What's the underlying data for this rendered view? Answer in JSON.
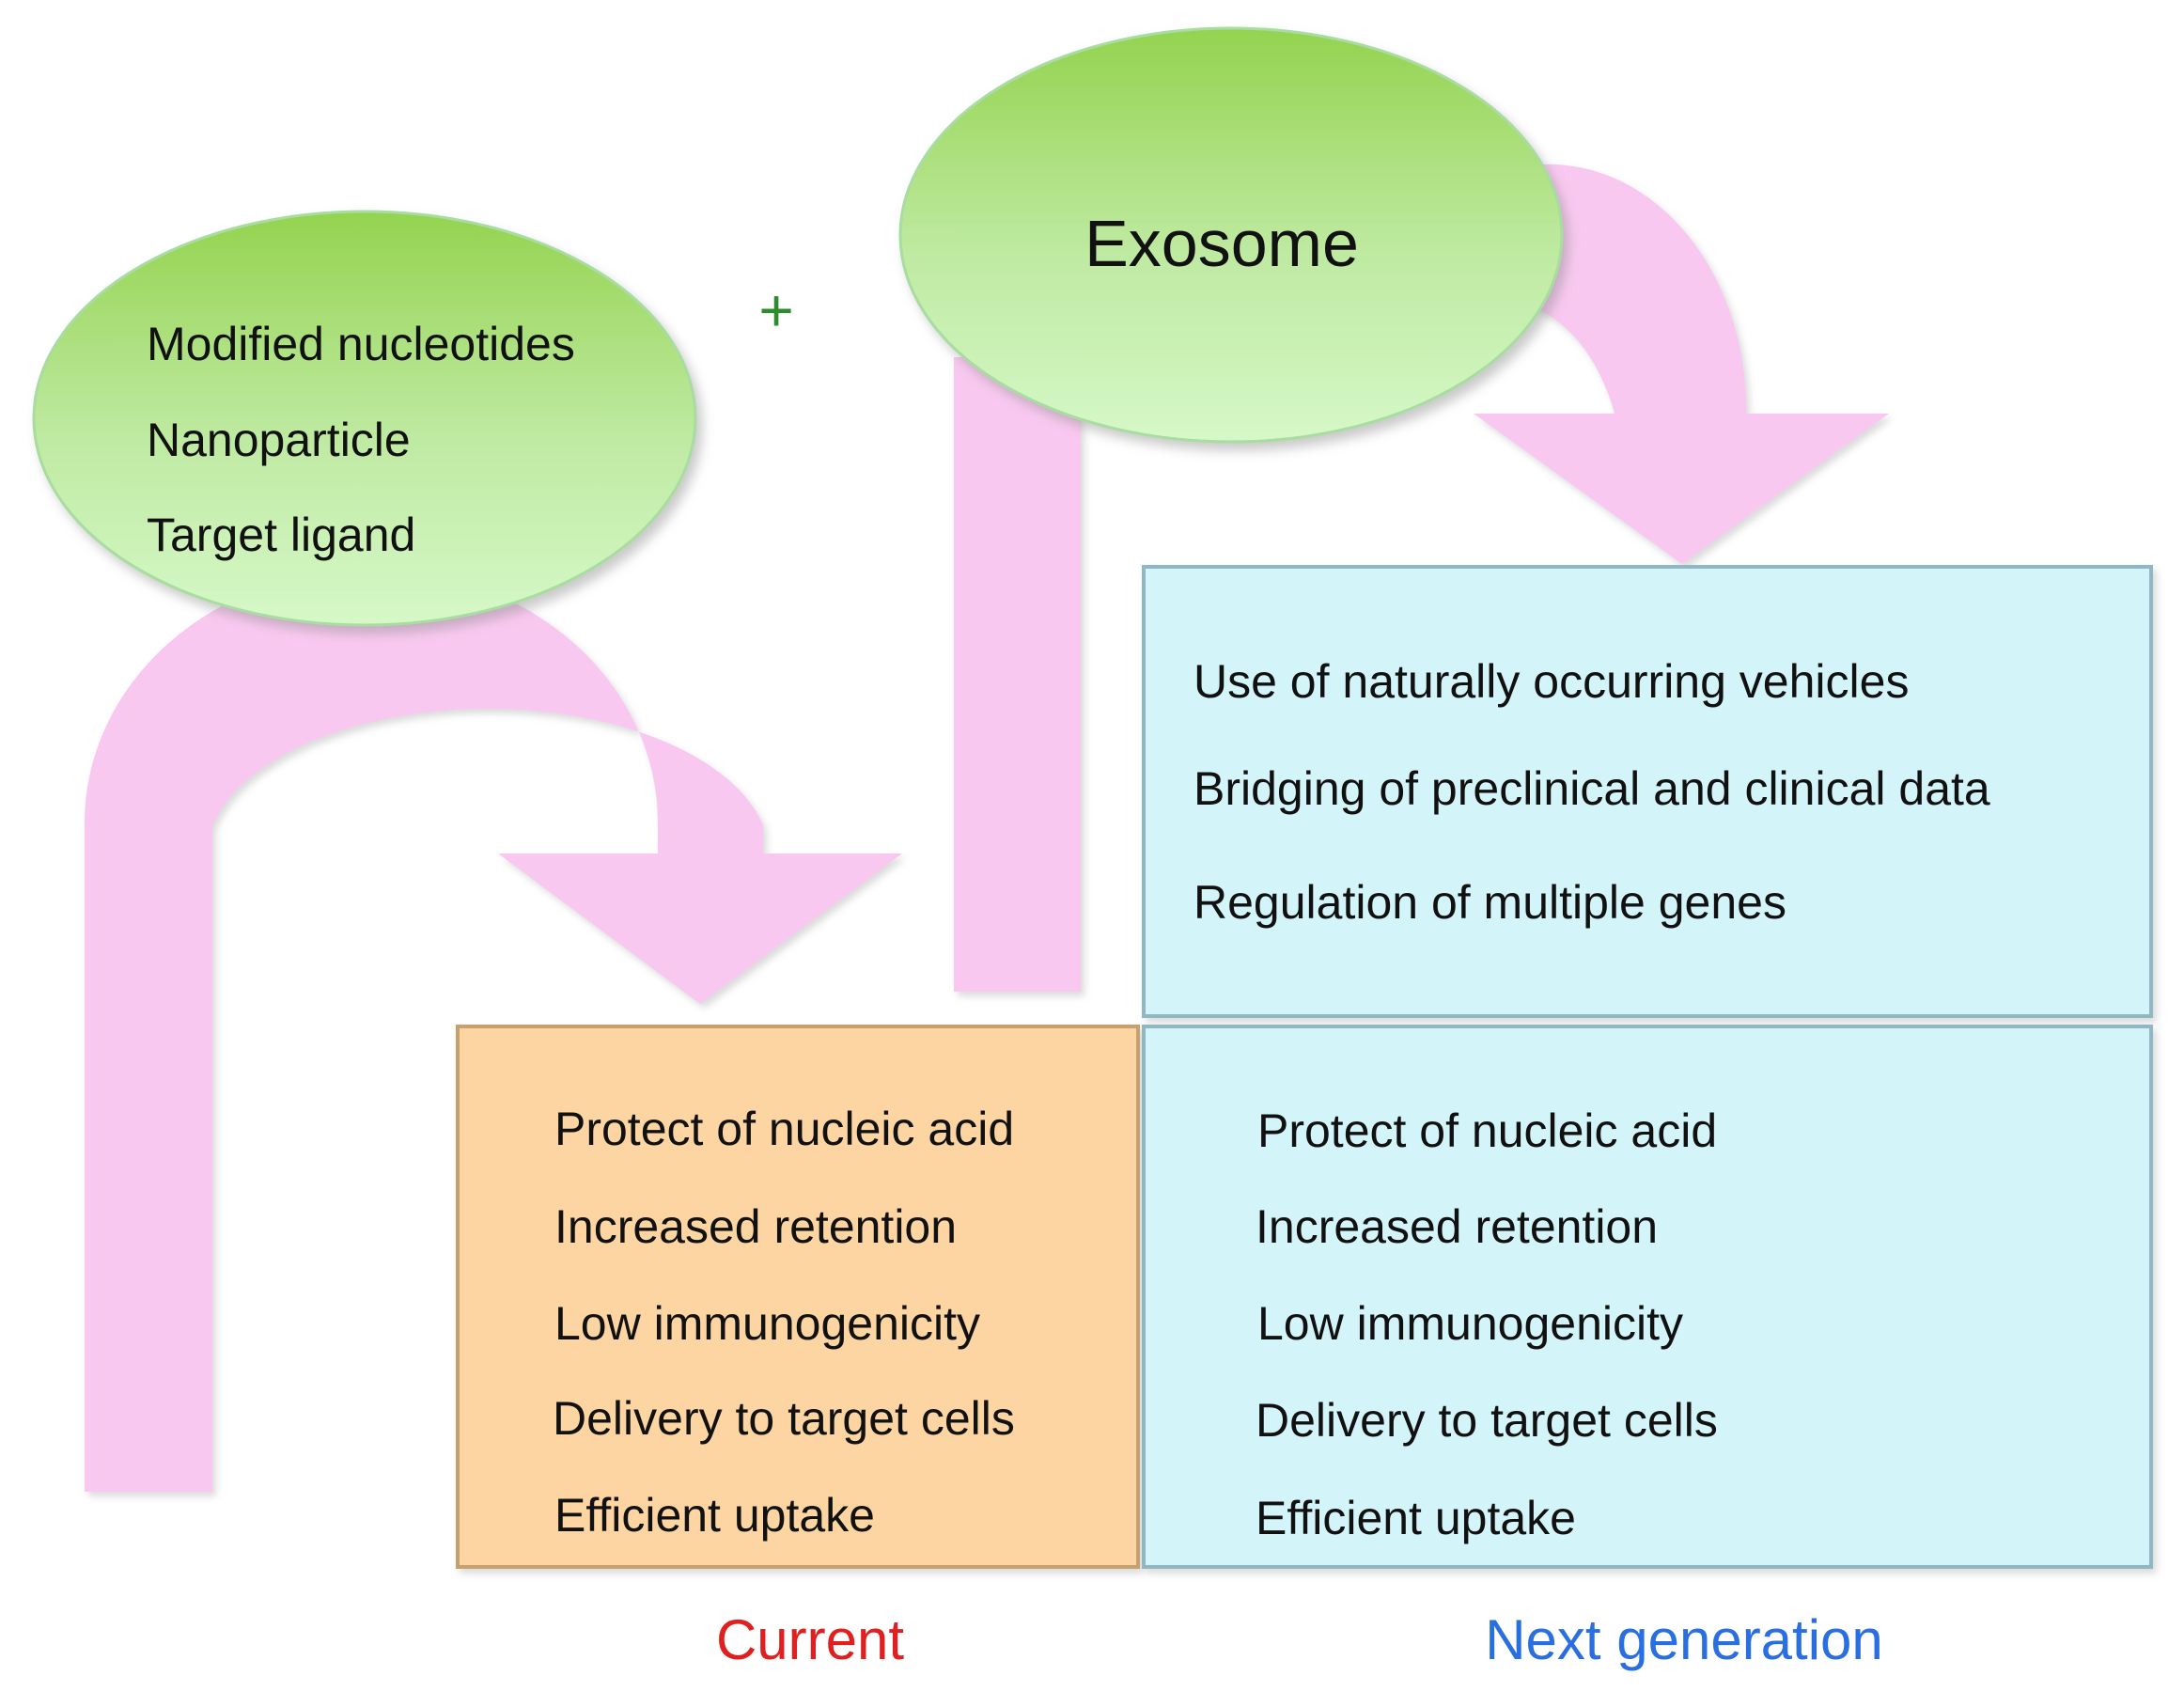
{
  "left_ellipse": {
    "items": [
      "Modified nucleotides",
      "Nanoparticle",
      "Target ligand"
    ]
  },
  "plus_sign": "+",
  "exosome_ellipse": {
    "label": "Exosome"
  },
  "current_box": {
    "items": [
      "Protect of nucleic  acid",
      "Increased retention",
      "Low immunogenicity",
      "Delivery to target cells",
      "Efficient uptake"
    ],
    "caption": "Current"
  },
  "next_generation_top_box": {
    "items": [
      "Use of naturally occurring vehicles",
      "Bridging  of preclinical  and  clinical data",
      "Regulation  of multiple  genes"
    ]
  },
  "next_generation_bottom_box": {
    "items": [
      "Protect of nucleic  acid",
      "Increased retention",
      "Low immunogenicity",
      "Delivery to target cells",
      "Efficient uptake"
    ],
    "caption": "Next generation"
  },
  "colors": {
    "arrow_pink": "#f9c8f0",
    "ellipse_green_top": "#94d34f",
    "ellipse_green_bottom": "#d4f7c4",
    "current_box_fill": "#fcd5a2",
    "next_box_fill": "#d3f5fa",
    "current_caption": "#e02020",
    "next_caption": "#2a6fe0",
    "plus_sign": "#2e8b2e"
  }
}
